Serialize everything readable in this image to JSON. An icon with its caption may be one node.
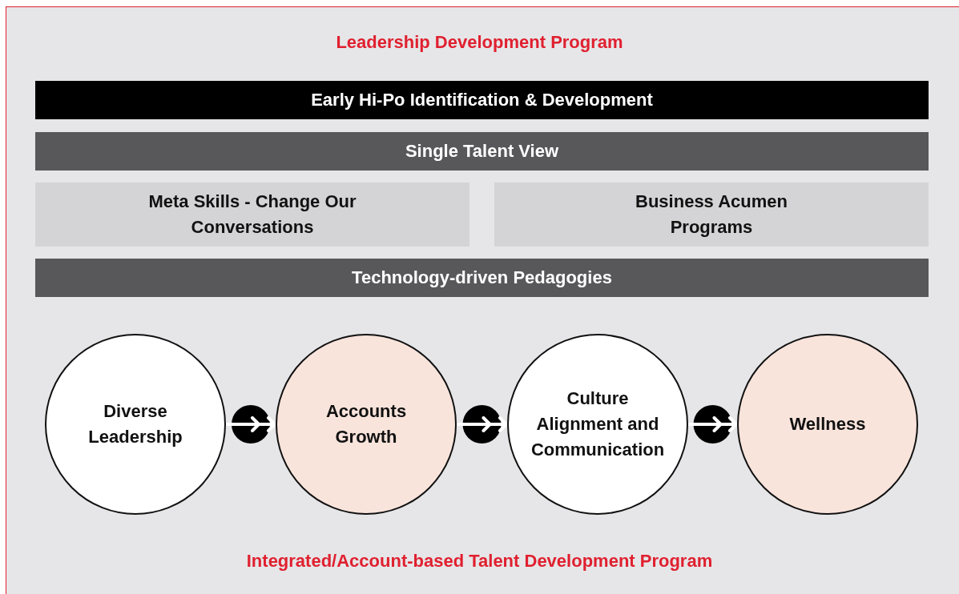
{
  "diagram": {
    "title": "Leadership Development Program",
    "nodes": [
      {
        "text": [
          "Early Hi-Po Identification & Development"
        ]
      },
      {
        "text": [
          "Single Talent View"
        ]
      },
      {
        "text": [
          "Meta Skills - Change Our Conversations"
        ]
      },
      {
        "text": [
          "Business Acumen Programs"
        ]
      },
      {
        "text": [
          "Technology-driven Pedagogies"
        ]
      },
      {
        "text": [
          "Diverse Leadership"
        ]
      },
      {
        "text": [
          "Accounts Growth"
        ]
      },
      {
        "text": [
          "Culture Alignment and Communication"
        ]
      },
      {
        "text": [
          "Wellness"
        ]
      }
    ],
    "edges": [
      {
        "from": 5,
        "to": 6,
        "arrow": "to"
      },
      {
        "from": 6,
        "to": 7,
        "arrow": "to"
      },
      {
        "from": 7,
        "to": 8,
        "arrow": "to"
      }
    ],
    "labels": [
      "Integrated/Account-based Talent Development Program"
    ]
  }
}
